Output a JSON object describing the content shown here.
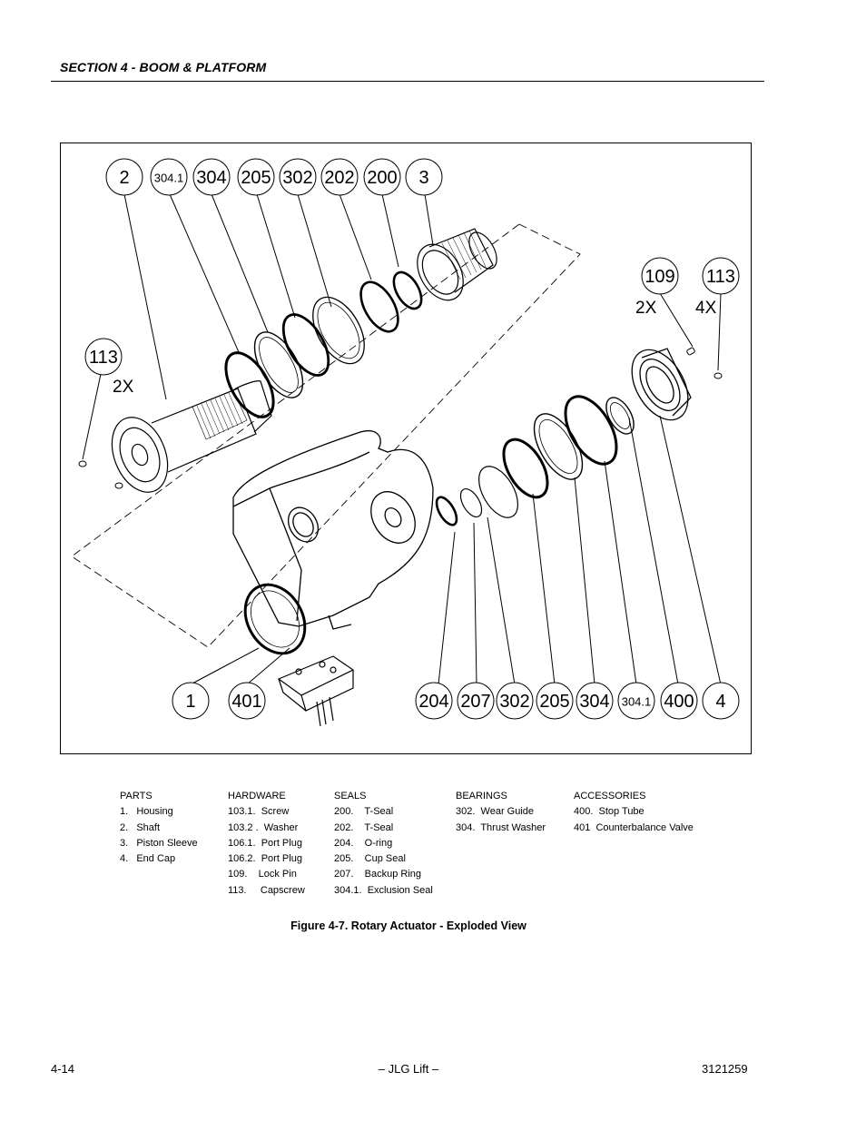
{
  "header": {
    "section_title": "SECTION 4 - BOOM & PLATFORM"
  },
  "figure": {
    "callouts_top": [
      "2",
      "304.1",
      "304",
      "205",
      "302",
      "202",
      "200",
      "3"
    ],
    "callouts_bottom": [
      "1",
      "401",
      "204",
      "207",
      "302",
      "205",
      "304",
      "304.1",
      "400",
      "4"
    ],
    "callouts_right": [
      "109",
      "113"
    ],
    "callout_left": "113",
    "qty_left": "2X",
    "qty_109": "2X",
    "qty_113": "4X"
  },
  "legend": {
    "parts": {
      "header": "PARTS",
      "items": [
        "1.   Housing",
        "2.   Shaft",
        "3.   Piston Sleeve",
        "4.   End Cap"
      ]
    },
    "hardware": {
      "header": "HARDWARE",
      "items": [
        "103.1.  Screw",
        "103.2 .  Washer",
        "106.1.  Port Plug",
        "106.2.  Port Plug",
        "109.    Lock Pin",
        "113.     Capscrew"
      ]
    },
    "seals": {
      "header": "SEALS",
      "items": [
        "200.    T-Seal",
        "202.    T-Seal",
        "204.    O-ring",
        "205.    Cup Seal",
        "207.    Backup Ring",
        "304.1.  Exclusion Seal"
      ]
    },
    "bearings": {
      "header": "BEARINGS",
      "items": [
        "302.  Wear Guide",
        "304.  Thrust Washer"
      ]
    },
    "accessories": {
      "header": "ACCESSORIES",
      "items": [
        "400.  Stop Tube",
        "401  Counterbalance Valve"
      ]
    }
  },
  "caption": "Figure 4-7.  Rotary Actuator - Exploded View",
  "footer": {
    "page": "4-14",
    "center": "– JLG Lift –",
    "doc_number": "3121259"
  }
}
